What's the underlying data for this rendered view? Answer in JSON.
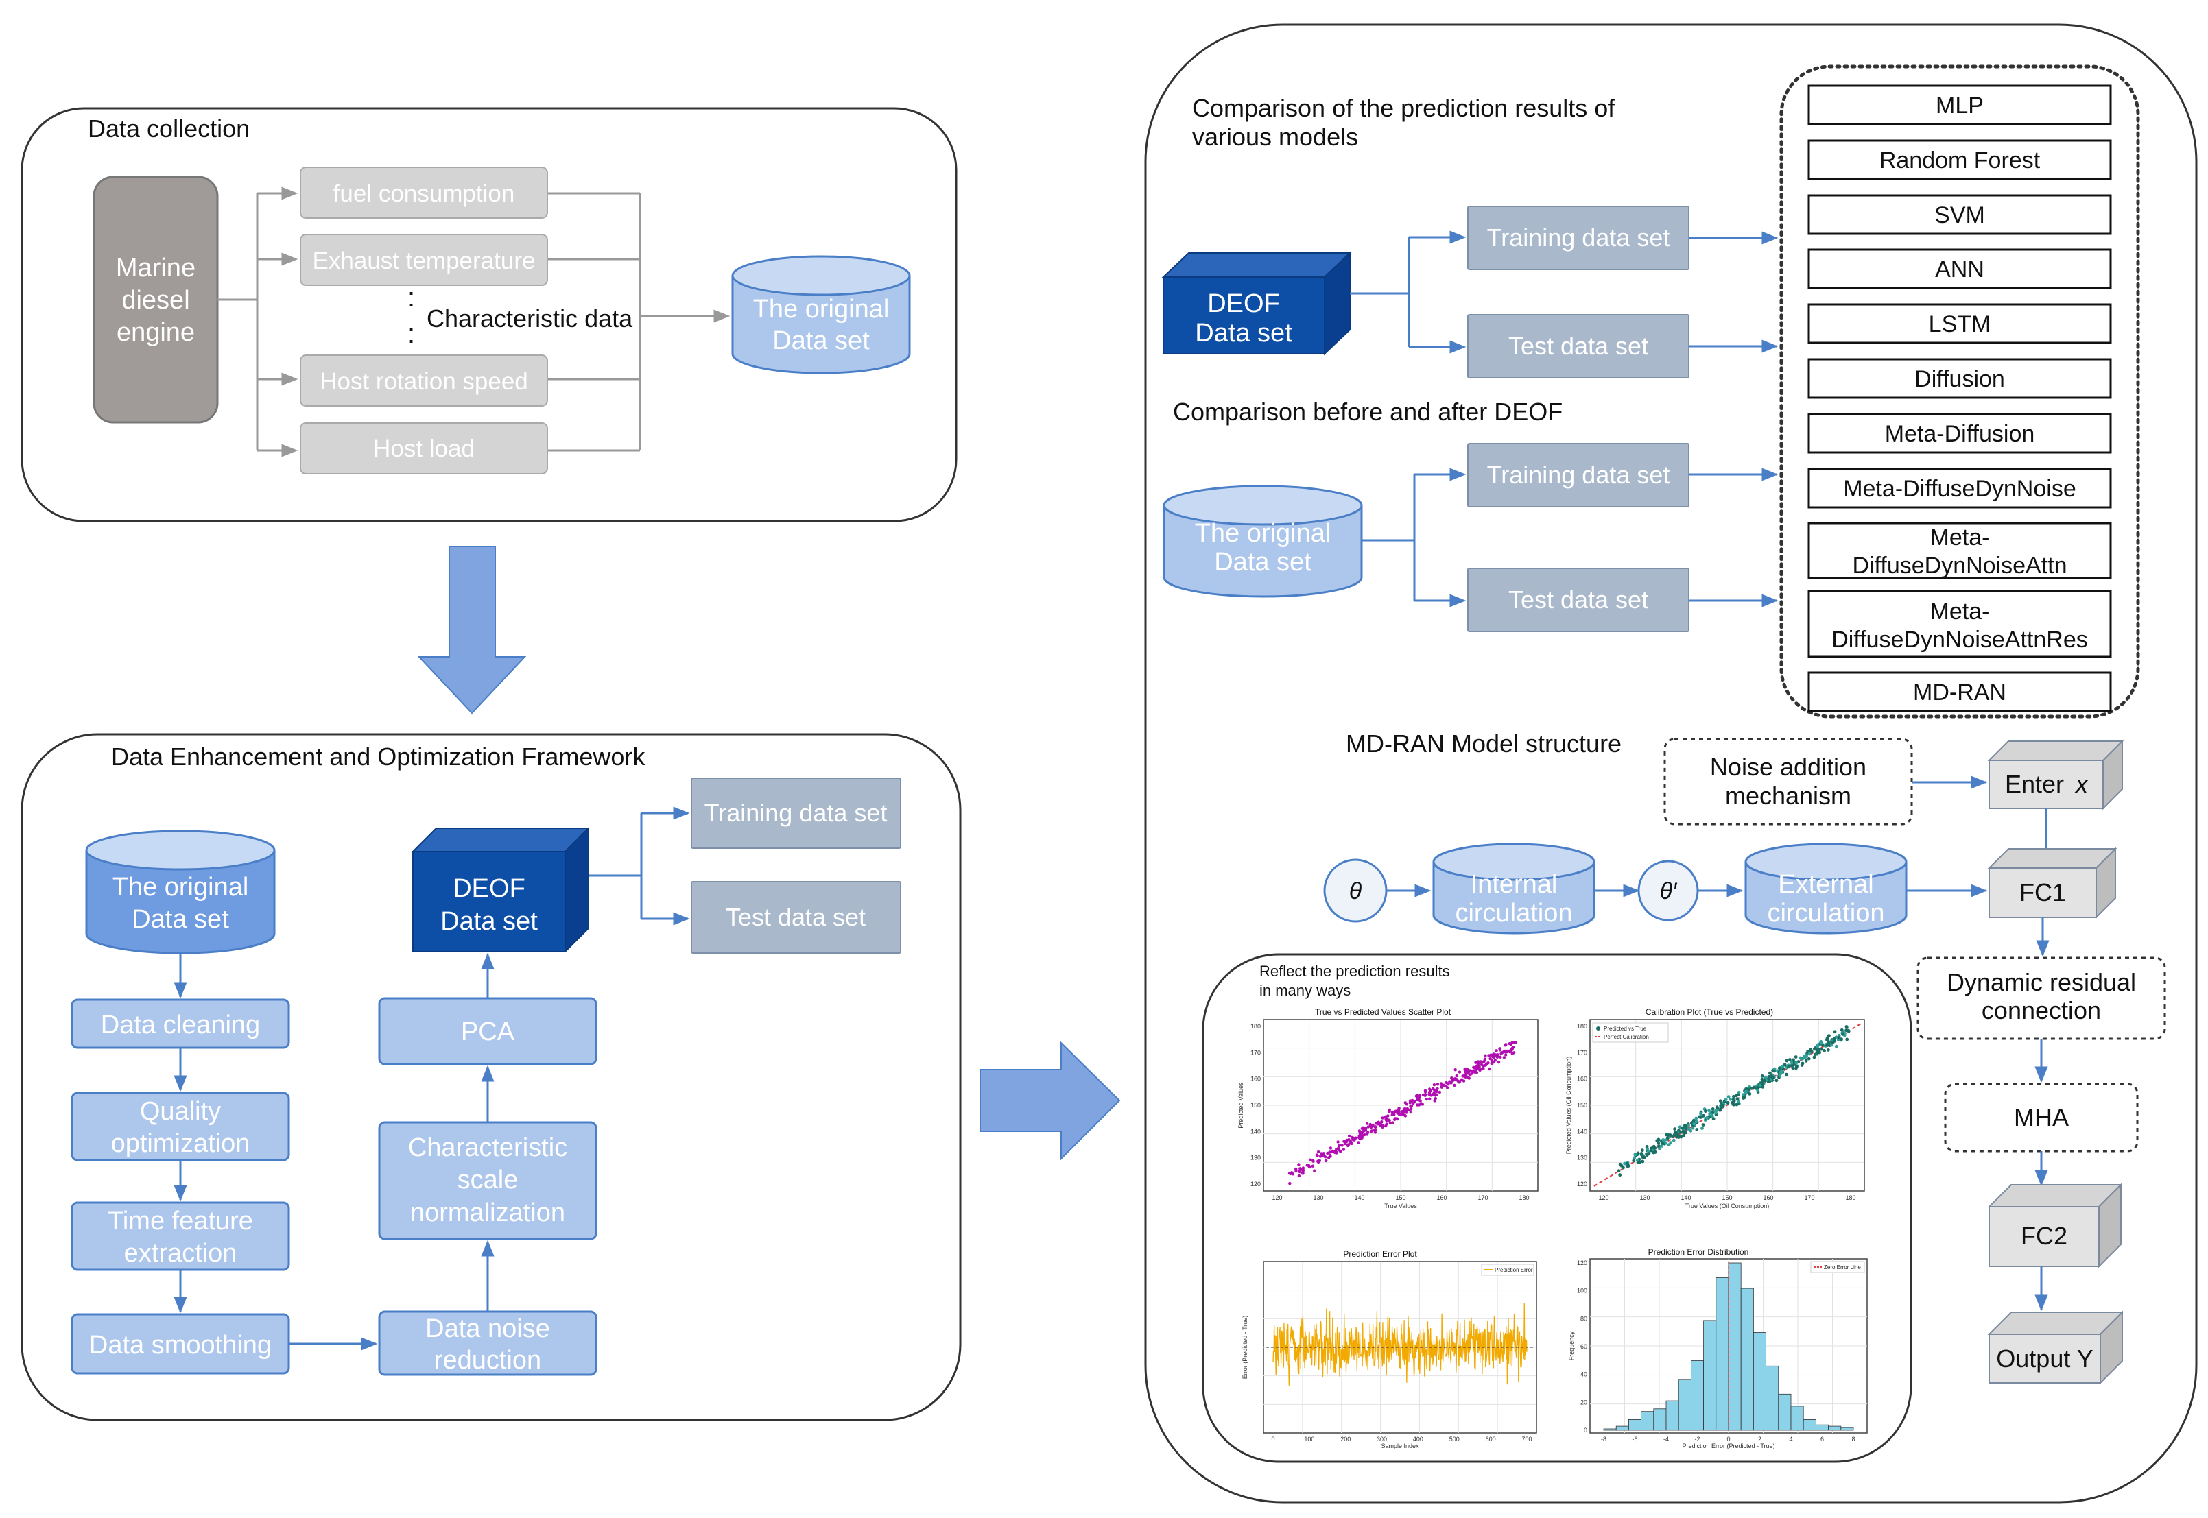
{
  "data_collection": {
    "title": "Data collection",
    "engine": [
      "Marine",
      "diesel",
      "engine"
    ],
    "features": [
      "fuel consumption",
      "Exhaust temperature",
      "Host rotation speed",
      "Host load"
    ],
    "dots": ":",
    "characteristic_label": "Characteristic data",
    "original_dataset": [
      "The original",
      "Data set"
    ]
  },
  "deof_framework": {
    "title": "Data Enhancement and Optimization Framework",
    "original_dataset": [
      "The original",
      "Data set"
    ],
    "steps_left": [
      "Data cleaning",
      [
        "Quality",
        "optimization"
      ],
      [
        "Time feature",
        "extraction"
      ],
      "Data smoothing"
    ],
    "steps_right": [
      [
        "Data noise",
        "reduction"
      ],
      [
        "Characteristic",
        "scale",
        "normalization"
      ],
      "PCA"
    ],
    "deof_dataset": [
      "DEOF",
      "Data set"
    ],
    "outputs": [
      "Training data set",
      "Test data set"
    ]
  },
  "comparison": {
    "models_title": [
      "Comparison of the prediction results of",
      "various models"
    ],
    "deof_dataset": [
      "DEOF",
      "Data set"
    ],
    "training": "Training data set",
    "test": "Test data set",
    "before_after_title": "Comparison before and after DEOF",
    "original_dataset": [
      "The original",
      "Data set"
    ],
    "models": [
      "MLP",
      "Random Forest",
      "SVM",
      "ANN",
      "LSTM",
      "Diffusion",
      "Meta-Diffusion",
      "Meta-DiffuseDynNoise",
      [
        "Meta-",
        "DiffuseDynNoiseAttn"
      ],
      [
        "Meta-",
        "DiffuseDynNoiseAttnRes"
      ],
      "MD-RAN"
    ]
  },
  "mdran": {
    "title": "MD-RAN Model structure",
    "noise": [
      "Noise addition",
      "mechanism"
    ],
    "enter": "Enter",
    "enter_var": "x",
    "theta": "θ",
    "theta_prime": "θ′",
    "internal": [
      "Internal",
      "circulation"
    ],
    "external": [
      "External",
      "circulation"
    ],
    "fc1": "FC1",
    "dynamic": [
      "Dynamic residual",
      "connection"
    ],
    "mha": "MHA",
    "fc2": "FC2",
    "output": "Output Y"
  },
  "results": {
    "title": [
      "Reflect the prediction results",
      "in many ways"
    ],
    "plots": [
      {
        "title": "True vs Predicted Values Scatter Plot",
        "xlabel": "True Values",
        "ylabel": "Predicted Values",
        "xticks": [
          "120",
          "130",
          "140",
          "150",
          "160",
          "170",
          "180"
        ],
        "yticks": [
          "120",
          "130",
          "140",
          "150",
          "160",
          "170",
          "180"
        ]
      },
      {
        "title": "Calibration Plot (True vs Predicted)",
        "xlabel": "True Values (Oil Consumption)",
        "ylabel": "Predicted Values (Oil Consumption)",
        "legend": [
          "Predicted vs True",
          "Perfect Calibration"
        ],
        "xticks": [
          "120",
          "130",
          "140",
          "150",
          "160",
          "170",
          "180"
        ],
        "yticks": [
          "120",
          "130",
          "140",
          "150",
          "160",
          "170",
          "180"
        ]
      },
      {
        "title": "Prediction Error Plot",
        "xlabel": "Sample Index",
        "ylabel": "Error (Predicted - True)",
        "legend": [
          "Prediction Error"
        ],
        "xticks": [
          "0",
          "100",
          "200",
          "300",
          "400",
          "500",
          "600",
          "700"
        ]
      },
      {
        "title": "Prediction Error Distribution",
        "xlabel": "Prediction Error (Predicted - True)",
        "ylabel": "Frequency",
        "legend": [
          "Zero Error Line"
        ],
        "xticks": [
          "-8",
          "-6",
          "-4",
          "-2",
          "0",
          "2",
          "4",
          "6",
          "8"
        ],
        "yticks": [
          "0",
          "20",
          "40",
          "60",
          "80",
          "100",
          "120"
        ],
        "hist": [
          1,
          3,
          8,
          14,
          16,
          22,
          38,
          52,
          82,
          114,
          125,
          106,
          73,
          48,
          27,
          18,
          8,
          4,
          3,
          2
        ]
      }
    ]
  },
  "colors": {
    "accent": "#4a7fc8",
    "dark_blue": "#0d4ea6",
    "light_blue": "#adc6ec",
    "gray": "#d4d4d4",
    "slate": "#a9b9cb",
    "scatter_purple": "#b10fb1",
    "scatter_teal": "#1a6e64",
    "error_orange": "#f2a900",
    "hist_blue": "#8cd3ea"
  }
}
